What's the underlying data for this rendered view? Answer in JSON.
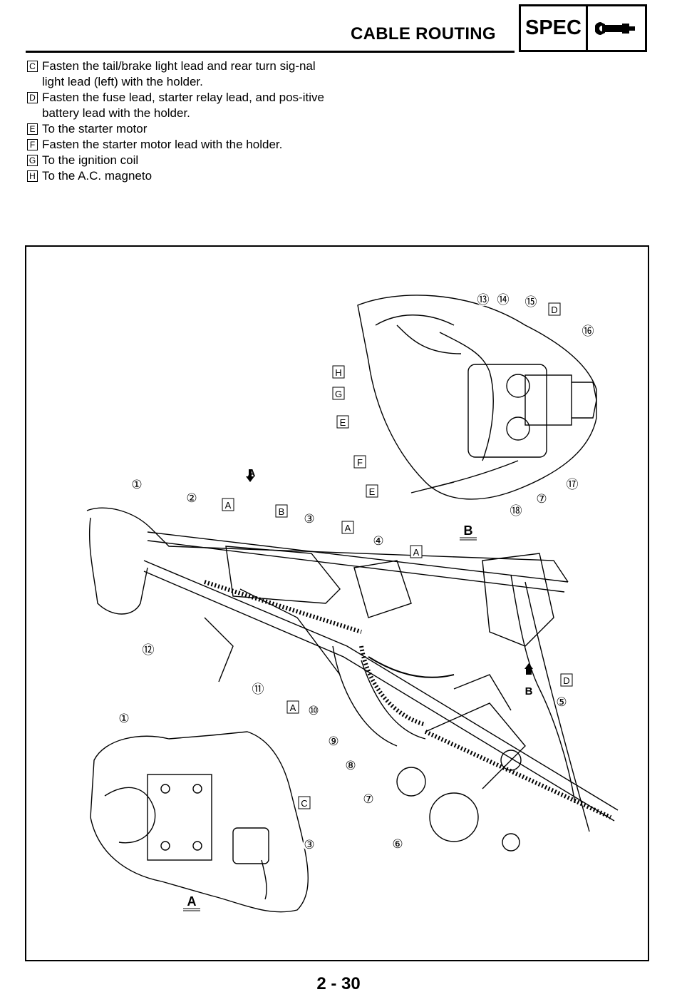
{
  "header": {
    "title": "CABLE ROUTING",
    "section_label": "SPEC",
    "section_icon": "wrench-icon"
  },
  "notes": [
    {
      "letter": "C",
      "text": "Fasten the tail/brake light lead and rear turn sig-nal light lead (left) with the holder."
    },
    {
      "letter": "D",
      "text": "Fasten the fuse lead, starter relay lead, and pos-itive battery lead with the holder."
    },
    {
      "letter": "E",
      "text": "To the starter motor"
    },
    {
      "letter": "F",
      "text": "Fasten the starter motor lead with the holder."
    },
    {
      "letter": "G",
      "text": "To the ignition coil"
    },
    {
      "letter": "H",
      "text": "To the A.C. magneto"
    }
  ],
  "figure": {
    "view_labels": {
      "a": "A",
      "b": "B"
    },
    "callouts": [
      "①",
      "②",
      "③",
      "④",
      "⑤",
      "⑥",
      "⑦",
      "⑧",
      "⑨",
      "⑩",
      "⑪",
      "⑫",
      "⑬",
      "⑭",
      "⑮",
      "⑯",
      "⑰",
      "⑱"
    ],
    "letter_tags": [
      "A",
      "B",
      "C",
      "D",
      "E",
      "F",
      "G",
      "H"
    ]
  },
  "page_number": "2 - 30"
}
